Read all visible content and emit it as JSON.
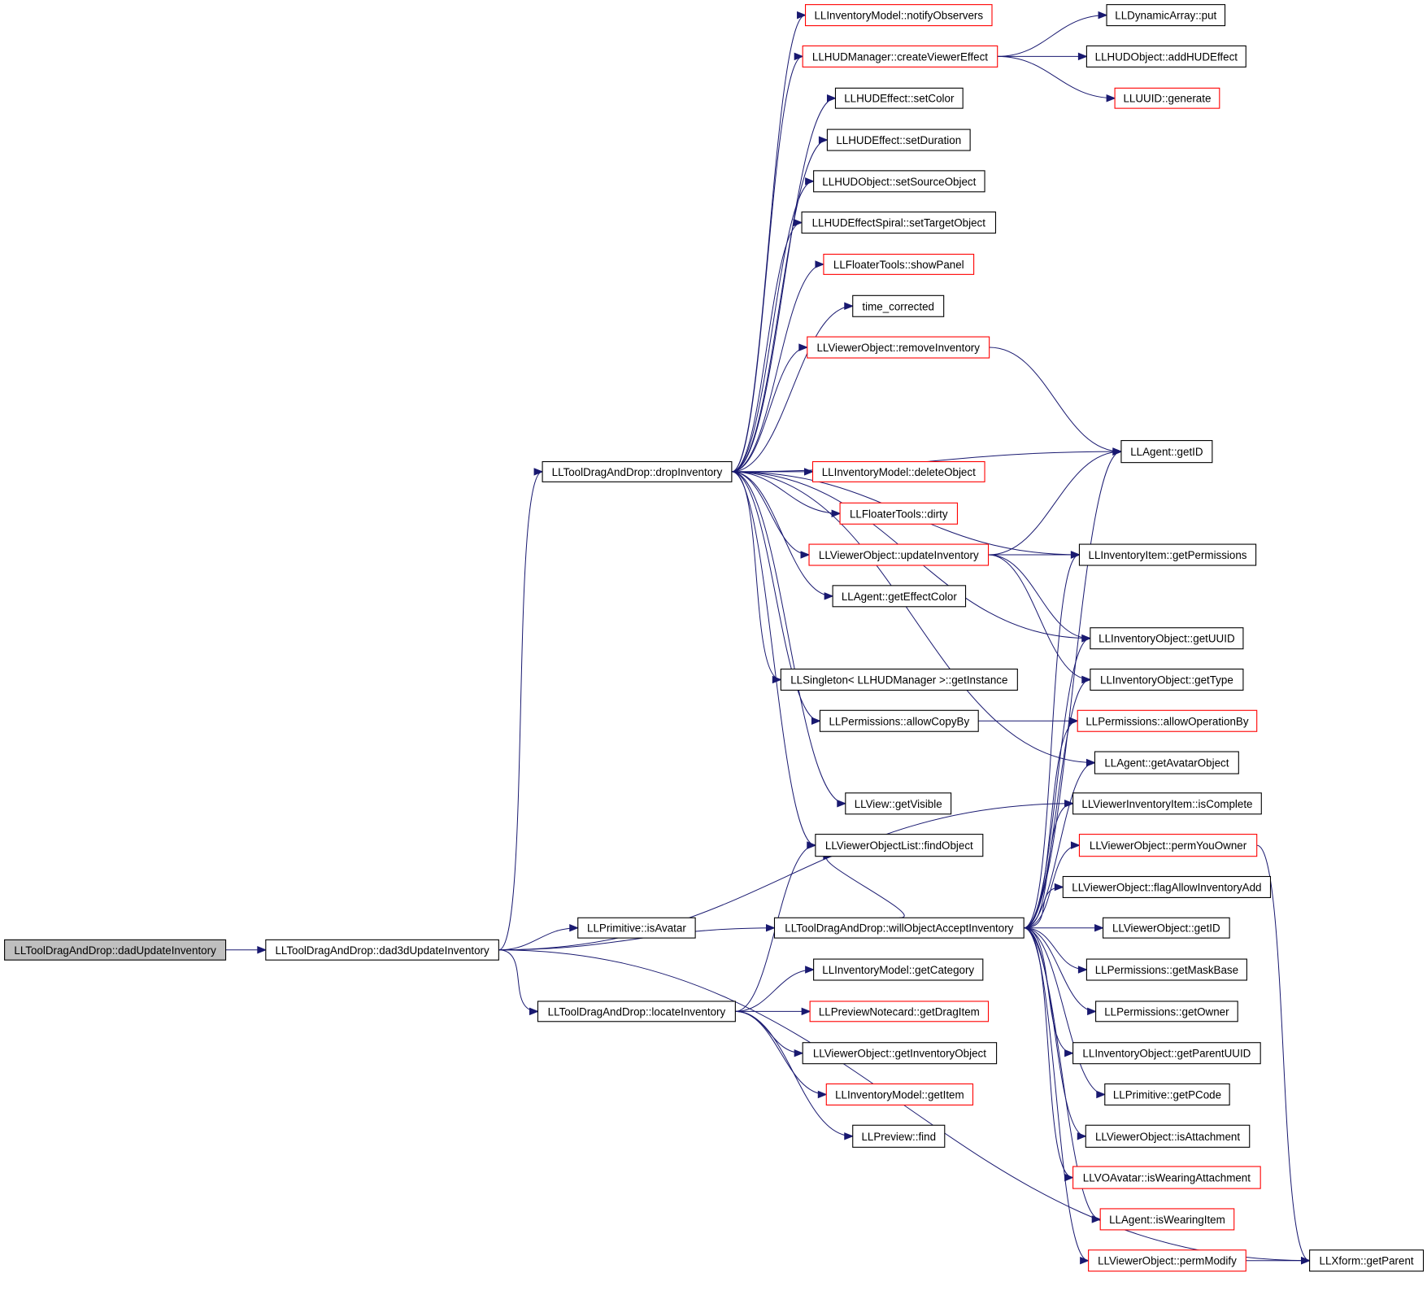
{
  "nodes": [
    {
      "id": "dadUpdateInventory",
      "label": "LLToolDragAndDrop::dadUpdateInventory",
      "style": "root"
    },
    {
      "id": "dad3d",
      "label": "LLToolDragAndDrop::dad3dUpdateInventory",
      "style": "normal"
    },
    {
      "id": "dropInventory",
      "label": "LLToolDragAndDrop::dropInventory",
      "style": "normal"
    },
    {
      "id": "isAvatar",
      "label": "LLPrimitive::isAvatar",
      "style": "normal"
    },
    {
      "id": "willObjectAccept",
      "label": "LLToolDragAndDrop::willObjectAcceptInventory",
      "style": "normal"
    },
    {
      "id": "locateInventory",
      "label": "LLToolDragAndDrop::locateInventory",
      "style": "normal"
    },
    {
      "id": "notifyObservers",
      "label": "LLInventoryModel::notifyObservers",
      "style": "truncated"
    },
    {
      "id": "createViewerEffect",
      "label": "LLHUDManager::createViewerEffect",
      "style": "truncated"
    },
    {
      "id": "setColor",
      "label": "LLHUDEffect::setColor",
      "style": "normal"
    },
    {
      "id": "setDuration",
      "label": "LLHUDEffect::setDuration",
      "style": "normal"
    },
    {
      "id": "setSourceObject",
      "label": "LLHUDObject::setSourceObject",
      "style": "normal"
    },
    {
      "id": "setTargetObject",
      "label": "LLHUDEffectSpiral::setTargetObject",
      "style": "normal"
    },
    {
      "id": "showPanel",
      "label": "LLFloaterTools::showPanel",
      "style": "truncated"
    },
    {
      "id": "timeCorrected",
      "label": "time_corrected",
      "style": "normal"
    },
    {
      "id": "removeInventory",
      "label": "LLViewerObject::removeInventory",
      "style": "truncated"
    },
    {
      "id": "deleteObject",
      "label": "LLInventoryModel::deleteObject",
      "style": "truncated"
    },
    {
      "id": "dirty",
      "label": "LLFloaterTools::dirty",
      "style": "truncated"
    },
    {
      "id": "updateInventory",
      "label": "LLViewerObject::updateInventory",
      "style": "truncated"
    },
    {
      "id": "getEffectColor",
      "label": "LLAgent::getEffectColor",
      "style": "normal"
    },
    {
      "id": "getInstance",
      "label": "LLSingleton< LLHUDManager >::getInstance",
      "style": "normal"
    },
    {
      "id": "allowCopyBy",
      "label": "LLPermissions::allowCopyBy",
      "style": "normal"
    },
    {
      "id": "getVisible",
      "label": "LLView::getVisible",
      "style": "normal"
    },
    {
      "id": "findObject",
      "label": "LLViewerObjectList::findObject",
      "style": "normal"
    },
    {
      "id": "getCategory",
      "label": "LLInventoryModel::getCategory",
      "style": "normal"
    },
    {
      "id": "getDragItem",
      "label": "LLPreviewNotecard::getDragItem",
      "style": "truncated"
    },
    {
      "id": "getInventoryObject",
      "label": "LLViewerObject::getInventoryObject",
      "style": "normal"
    },
    {
      "id": "getItem",
      "label": "LLInventoryModel::getItem",
      "style": "truncated"
    },
    {
      "id": "previewFind",
      "label": "LLPreview::find",
      "style": "normal"
    },
    {
      "id": "dynPut",
      "label": "LLDynamicArray::put",
      "style": "normal"
    },
    {
      "id": "addHUDEffect",
      "label": "LLHUDObject::addHUDEffect",
      "style": "normal"
    },
    {
      "id": "uuidGenerate",
      "label": "LLUUID::generate",
      "style": "truncated"
    },
    {
      "id": "agentGetID",
      "label": "LLAgent::getID",
      "style": "normal"
    },
    {
      "id": "getPermissions",
      "label": "LLInventoryItem::getPermissions",
      "style": "normal"
    },
    {
      "id": "getUUID",
      "label": "LLInventoryObject::getUUID",
      "style": "normal"
    },
    {
      "id": "getType",
      "label": "LLInventoryObject::getType",
      "style": "normal"
    },
    {
      "id": "allowOperationBy",
      "label": "LLPermissions::allowOperationBy",
      "style": "truncated"
    },
    {
      "id": "getAvatarObject",
      "label": "LLAgent::getAvatarObject",
      "style": "normal"
    },
    {
      "id": "isComplete",
      "label": "LLViewerInventoryItem::isComplete",
      "style": "normal"
    },
    {
      "id": "permYouOwner",
      "label": "LLViewerObject::permYouOwner",
      "style": "truncated"
    },
    {
      "id": "flagAllowInventoryAdd",
      "label": "LLViewerObject::flagAllowInventoryAdd",
      "style": "normal"
    },
    {
      "id": "voGetID",
      "label": "LLViewerObject::getID",
      "style": "normal"
    },
    {
      "id": "getMaskBase",
      "label": "LLPermissions::getMaskBase",
      "style": "normal"
    },
    {
      "id": "getOwner",
      "label": "LLPermissions::getOwner",
      "style": "normal"
    },
    {
      "id": "getParentUUID",
      "label": "LLInventoryObject::getParentUUID",
      "style": "normal"
    },
    {
      "id": "getPCode",
      "label": "LLPrimitive::getPCode",
      "style": "normal"
    },
    {
      "id": "isAttachment",
      "label": "LLViewerObject::isAttachment",
      "style": "normal"
    },
    {
      "id": "isWearingAttachment",
      "label": "LLVOAvatar::isWearingAttachment",
      "style": "truncated"
    },
    {
      "id": "isWearingItem",
      "label": "LLAgent::isWearingItem",
      "style": "truncated"
    },
    {
      "id": "permModify",
      "label": "LLViewerObject::permModify",
      "style": "truncated"
    },
    {
      "id": "xformGetParent",
      "label": "LLXform::getParent",
      "style": "normal"
    }
  ],
  "edges": [
    [
      "dadUpdateInventory",
      "dad3d"
    ],
    [
      "dad3d",
      "dropInventory"
    ],
    [
      "dad3d",
      "isAvatar"
    ],
    [
      "dad3d",
      "willObjectAccept"
    ],
    [
      "dad3d",
      "locateInventory"
    ],
    [
      "dad3d",
      "isComplete"
    ],
    [
      "dad3d",
      "xformGetParent"
    ],
    [
      "dropInventory",
      "notifyObservers"
    ],
    [
      "dropInventory",
      "createViewerEffect"
    ],
    [
      "dropInventory",
      "setColor"
    ],
    [
      "dropInventory",
      "setDuration"
    ],
    [
      "dropInventory",
      "setSourceObject"
    ],
    [
      "dropInventory",
      "setTargetObject"
    ],
    [
      "dropInventory",
      "showPanel"
    ],
    [
      "dropInventory",
      "timeCorrected"
    ],
    [
      "dropInventory",
      "removeInventory"
    ],
    [
      "dropInventory",
      "agentGetID"
    ],
    [
      "dropInventory",
      "getPermissions"
    ],
    [
      "dropInventory",
      "deleteObject"
    ],
    [
      "dropInventory",
      "dirty"
    ],
    [
      "dropInventory",
      "updateInventory"
    ],
    [
      "dropInventory",
      "getEffectColor"
    ],
    [
      "dropInventory",
      "getUUID"
    ],
    [
      "dropInventory",
      "getInstance"
    ],
    [
      "dropInventory",
      "allowCopyBy"
    ],
    [
      "dropInventory",
      "getAvatarObject"
    ],
    [
      "dropInventory",
      "getVisible"
    ],
    [
      "dropInventory",
      "findObject"
    ],
    [
      "createViewerEffect",
      "dynPut"
    ],
    [
      "createViewerEffect",
      "addHUDEffect"
    ],
    [
      "createViewerEffect",
      "uuidGenerate"
    ],
    [
      "removeInventory",
      "agentGetID"
    ],
    [
      "updateInventory",
      "agentGetID"
    ],
    [
      "updateInventory",
      "getPermissions"
    ],
    [
      "updateInventory",
      "getUUID"
    ],
    [
      "updateInventory",
      "getType"
    ],
    [
      "allowCopyBy",
      "allowOperationBy"
    ],
    [
      "locateInventory",
      "getCategory"
    ],
    [
      "locateInventory",
      "getDragItem"
    ],
    [
      "locateInventory",
      "getInventoryObject"
    ],
    [
      "locateInventory",
      "getItem"
    ],
    [
      "locateInventory",
      "previewFind"
    ],
    [
      "locateInventory",
      "findObject"
    ],
    [
      "willObjectAccept",
      "agentGetID"
    ],
    [
      "willObjectAccept",
      "getPermissions"
    ],
    [
      "willObjectAccept",
      "getUUID"
    ],
    [
      "willObjectAccept",
      "getType"
    ],
    [
      "willObjectAccept",
      "allowOperationBy"
    ],
    [
      "willObjectAccept",
      "getAvatarObject"
    ],
    [
      "willObjectAccept",
      "isComplete"
    ],
    [
      "willObjectAccept",
      "permYouOwner"
    ],
    [
      "willObjectAccept",
      "flagAllowInventoryAdd"
    ],
    [
      "willObjectAccept",
      "voGetID"
    ],
    [
      "willObjectAccept",
      "getMaskBase"
    ],
    [
      "willObjectAccept",
      "getOwner"
    ],
    [
      "willObjectAccept",
      "getParentUUID"
    ],
    [
      "willObjectAccept",
      "getPCode"
    ],
    [
      "willObjectAccept",
      "isAttachment"
    ],
    [
      "willObjectAccept",
      "isWearingAttachment"
    ],
    [
      "willObjectAccept",
      "isWearingItem"
    ],
    [
      "willObjectAccept",
      "permModify"
    ],
    [
      "willObjectAccept",
      "findObject"
    ],
    [
      "permYouOwner",
      "xformGetParent"
    ],
    [
      "permModify",
      "xformGetParent"
    ]
  ],
  "colors": {
    "edge": "#191970",
    "normal_border": "#000000",
    "truncated_border": "#ff0000",
    "root_fill": "#bfbfbf",
    "node_fill": "#ffffff"
  }
}
